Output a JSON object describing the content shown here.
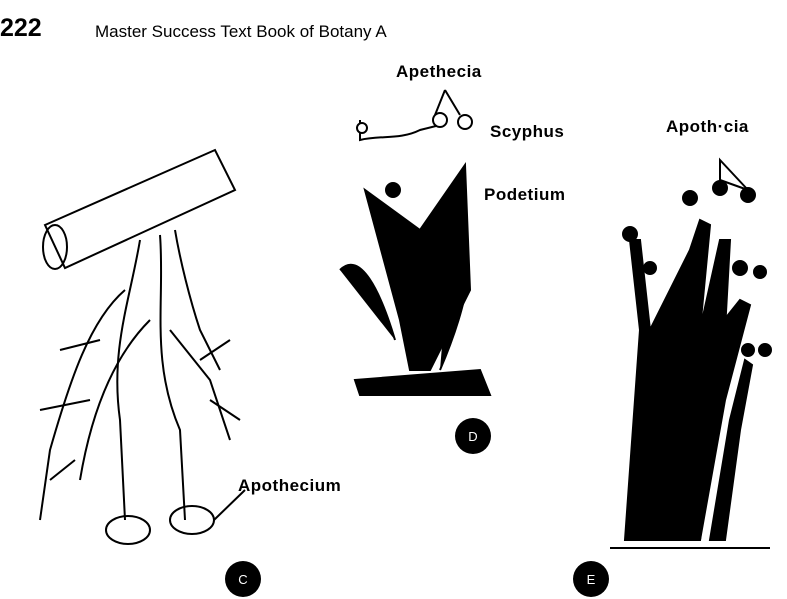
{
  "header": {
    "page_number": "222",
    "book_title": "Master Success Text Book of Botany A"
  },
  "figures": [
    {
      "id": "C",
      "labels": [
        "Apothecium"
      ]
    },
    {
      "id": "D",
      "labels": [
        "Apethecia",
        "Scyphus",
        "Podetium"
      ]
    },
    {
      "id": "E",
      "labels": [
        "Apoth·cia"
      ]
    }
  ]
}
